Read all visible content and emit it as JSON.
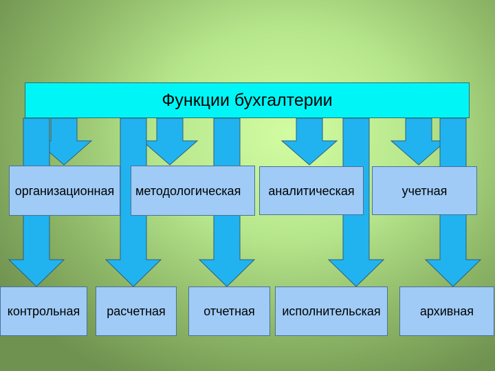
{
  "title": "Функции бухгалтерии",
  "colors": {
    "title_fill": "#00f6f6",
    "box_fill": "#9fcbf6",
    "arrow_fill": "#21b3f0"
  },
  "upper_functions": [
    {
      "label": "организационная"
    },
    {
      "label": "методологическая"
    },
    {
      "label": "аналитическая"
    },
    {
      "label": "учетная"
    }
  ],
  "lower_functions": [
    {
      "label": "контрольная"
    },
    {
      "label": "расчетная"
    },
    {
      "label": "отчетная"
    },
    {
      "label": "исполнительская"
    },
    {
      "label": "архивная"
    }
  ]
}
